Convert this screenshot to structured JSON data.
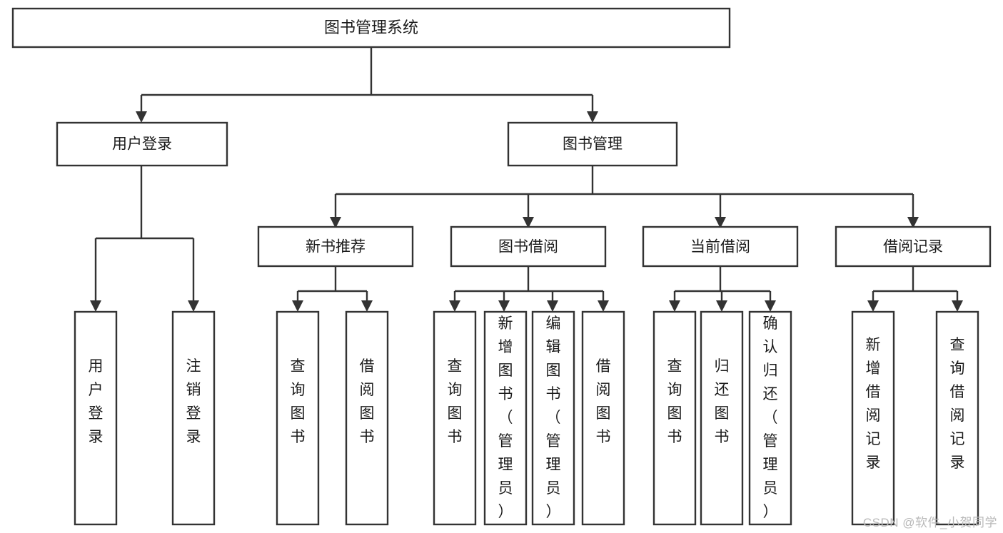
{
  "diagram": {
    "title": "图书管理系统",
    "type": "tree-hierarchy",
    "watermark": "CSDN @软件_小贺同学",
    "colors": {
      "background": "#ffffff",
      "box_stroke": "#333333",
      "box_fill": "#ffffff",
      "text": "#1b1b1b",
      "watermark": "#b9b9b9"
    }
  },
  "nodes": {
    "root": {
      "label": "图书管理系统"
    },
    "level2": [
      {
        "id": "user-login",
        "label": "用户登录"
      },
      {
        "id": "book-management",
        "label": "图书管理"
      }
    ],
    "level3": [
      {
        "id": "new-book-recommend",
        "label": "新书推荐"
      },
      {
        "id": "book-borrow",
        "label": "图书借阅"
      },
      {
        "id": "current-borrow",
        "label": "当前借阅"
      },
      {
        "id": "borrow-record",
        "label": "借阅记录"
      }
    ],
    "leaves": {
      "user-login": [
        {
          "id": "leaf-user-login",
          "label": "用户登录"
        },
        {
          "id": "leaf-logout-login",
          "label": "注销登录"
        }
      ],
      "new-book-recommend": [
        {
          "id": "leaf-query-book-1",
          "label": "查询图书"
        },
        {
          "id": "leaf-borrow-book-1",
          "label": "借阅图书"
        }
      ],
      "book-borrow": [
        {
          "id": "leaf-query-book-2",
          "label": "查询图书"
        },
        {
          "id": "leaf-add-book",
          "label": "新增图书（管理员）"
        },
        {
          "id": "leaf-edit-book",
          "label": "编辑图书（管理员）"
        },
        {
          "id": "leaf-borrow-book-2",
          "label": "借阅图书"
        }
      ],
      "current-borrow": [
        {
          "id": "leaf-query-book-3",
          "label": "查询图书"
        },
        {
          "id": "leaf-return-book",
          "label": "归还图书"
        },
        {
          "id": "leaf-confirm-return",
          "label": "确认归还（管理员）"
        }
      ],
      "borrow-record": [
        {
          "id": "leaf-add-record",
          "label": "新增借阅记录"
        },
        {
          "id": "leaf-query-record",
          "label": "查询借阅记录"
        }
      ]
    }
  },
  "chart_data": {
    "type": "table",
    "title": "图书管理系统",
    "hierarchy": [
      {
        "label": "图书管理系统",
        "children": [
          {
            "label": "用户登录",
            "children": [
              {
                "label": "用户登录"
              },
              {
                "label": "注销登录"
              }
            ]
          },
          {
            "label": "图书管理",
            "children": [
              {
                "label": "新书推荐",
                "children": [
                  {
                    "label": "查询图书"
                  },
                  {
                    "label": "借阅图书"
                  }
                ]
              },
              {
                "label": "图书借阅",
                "children": [
                  {
                    "label": "查询图书"
                  },
                  {
                    "label": "新增图书（管理员）"
                  },
                  {
                    "label": "编辑图书（管理员）"
                  },
                  {
                    "label": "借阅图书"
                  }
                ]
              },
              {
                "label": "当前借阅",
                "children": [
                  {
                    "label": "查询图书"
                  },
                  {
                    "label": "归还图书"
                  },
                  {
                    "label": "确认归还（管理员）"
                  }
                ]
              },
              {
                "label": "借阅记录",
                "children": [
                  {
                    "label": "新增借阅记录"
                  },
                  {
                    "label": "查询借阅记录"
                  }
                ]
              }
            ]
          }
        ]
      }
    ]
  }
}
